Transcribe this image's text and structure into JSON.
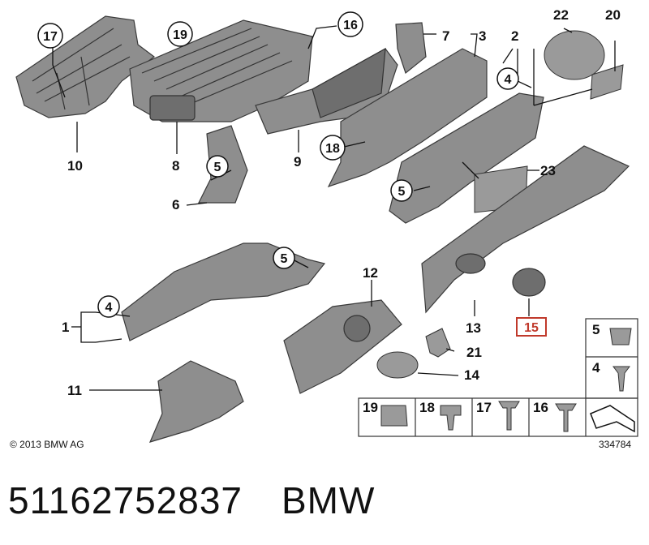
{
  "copyright": "© 2013 BMW AG",
  "diagram_id": "334784",
  "footer": {
    "part_number": "51162752837",
    "brand": "BMW"
  },
  "callouts": {
    "c1": "1",
    "c2": "2",
    "c3": "3",
    "c4a": "4",
    "c4b": "4",
    "c5a": "5",
    "c5b": "5",
    "c5c": "5",
    "c6": "6",
    "c7": "7",
    "c8": "8",
    "c9": "9",
    "c10": "10",
    "c11": "11",
    "c12": "12",
    "c13": "13",
    "c14": "14",
    "c15": "15",
    "c16": "16",
    "c17": "17",
    "c18": "18",
    "c19": "19",
    "c20": "20",
    "c21": "21",
    "c22": "22",
    "c23": "23"
  },
  "hardware": {
    "h5": "5",
    "h4": "4",
    "h19": "19",
    "h18": "18",
    "h17": "17",
    "h16": "16"
  }
}
